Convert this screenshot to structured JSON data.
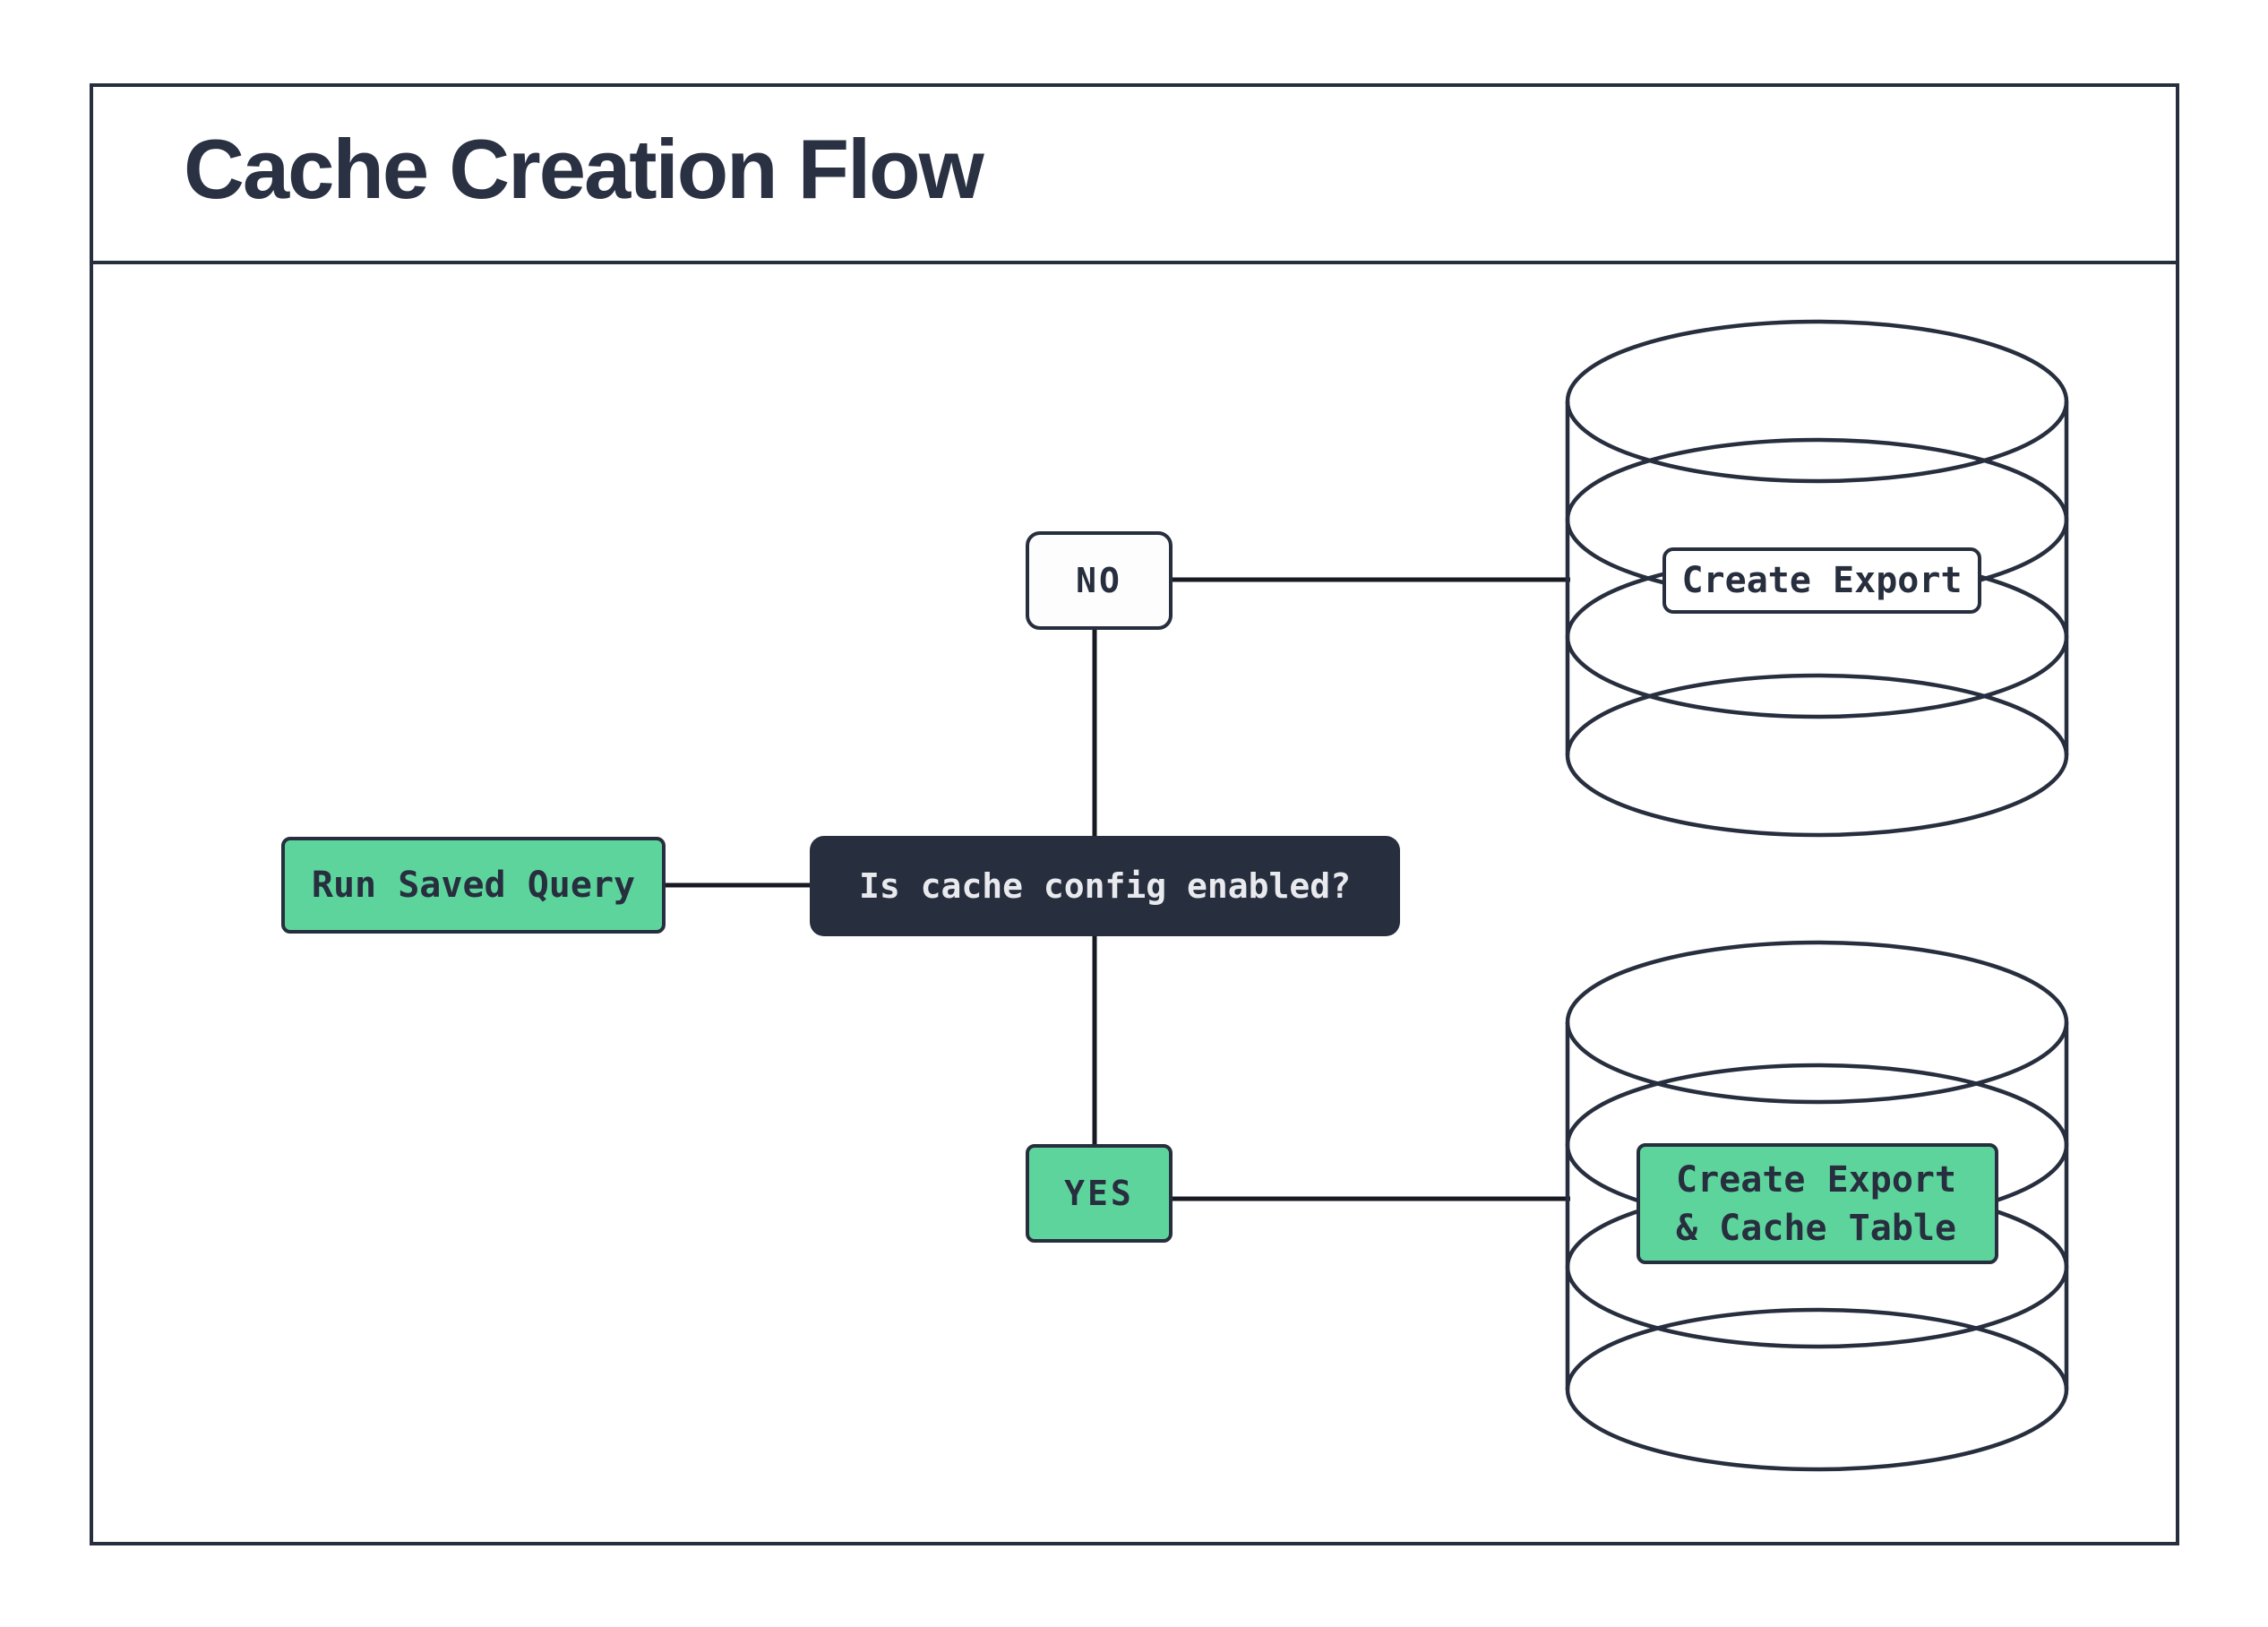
{
  "header": {
    "title": "Cache Creation Flow"
  },
  "flow": {
    "start": {
      "label": "Run Saved Query"
    },
    "decision": {
      "label": "Is cache config enabled?"
    },
    "branch_no": {
      "label": "NO"
    },
    "branch_yes": {
      "label": "YES"
    },
    "outcome_no": {
      "label": "Create Export",
      "icon": "database-icon"
    },
    "outcome_yes": {
      "lines": [
        "Create Export",
        "& Cache Table"
      ],
      "icon": "database-icon"
    }
  },
  "colors": {
    "accent_green": "#5ed49d",
    "dark_navy": "#272e3e",
    "connector_black": "#171a22",
    "light_text": "#e9eaee",
    "background": "#ffffff"
  }
}
